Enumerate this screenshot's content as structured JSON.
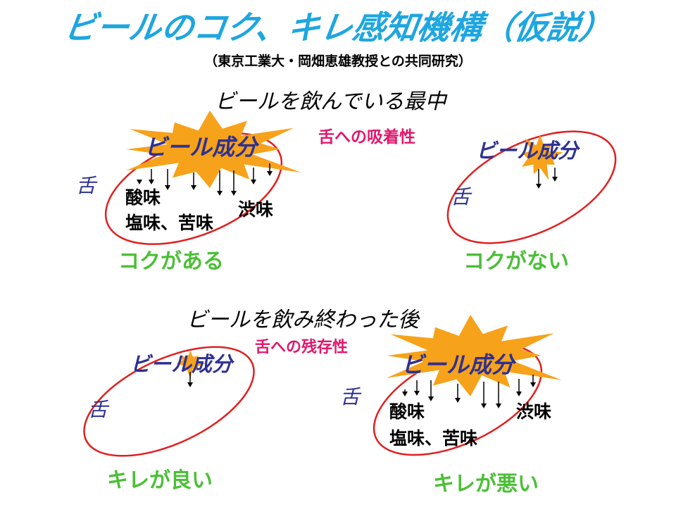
{
  "title": "ビールのコク、キレ感知機構（仮説）",
  "subtitle": "（東京工業大・岡畑恵雄教授との共同研究）",
  "colors": {
    "title": "#1ea6e0",
    "component": "#2e3192",
    "result": "#4cbf38",
    "property": "#e0176d",
    "star": "#f7a21b",
    "ellipse": "#e02020"
  },
  "during": {
    "heading": "ビールを飲んでいる最中",
    "property": "舌への吸着性",
    "good": {
      "component": "ビール成分",
      "tongue": "舌",
      "taste1": "酸味",
      "taste2": "塩味、苦味",
      "taste3": "渋味",
      "result": "コクがある"
    },
    "bad": {
      "component": "ビール成分",
      "tongue": "舌",
      "result": "コクがない"
    }
  },
  "after": {
    "heading": "ビールを飲み終わった後",
    "property": "舌への残存性",
    "good": {
      "component": "ビール成分",
      "tongue": "舌",
      "result": "キレが良い"
    },
    "bad": {
      "component": "ビール成分",
      "tongue": "舌",
      "taste1": "酸味",
      "taste2": "塩味、苦味",
      "taste3": "渋味",
      "result": "キレが悪い"
    }
  }
}
